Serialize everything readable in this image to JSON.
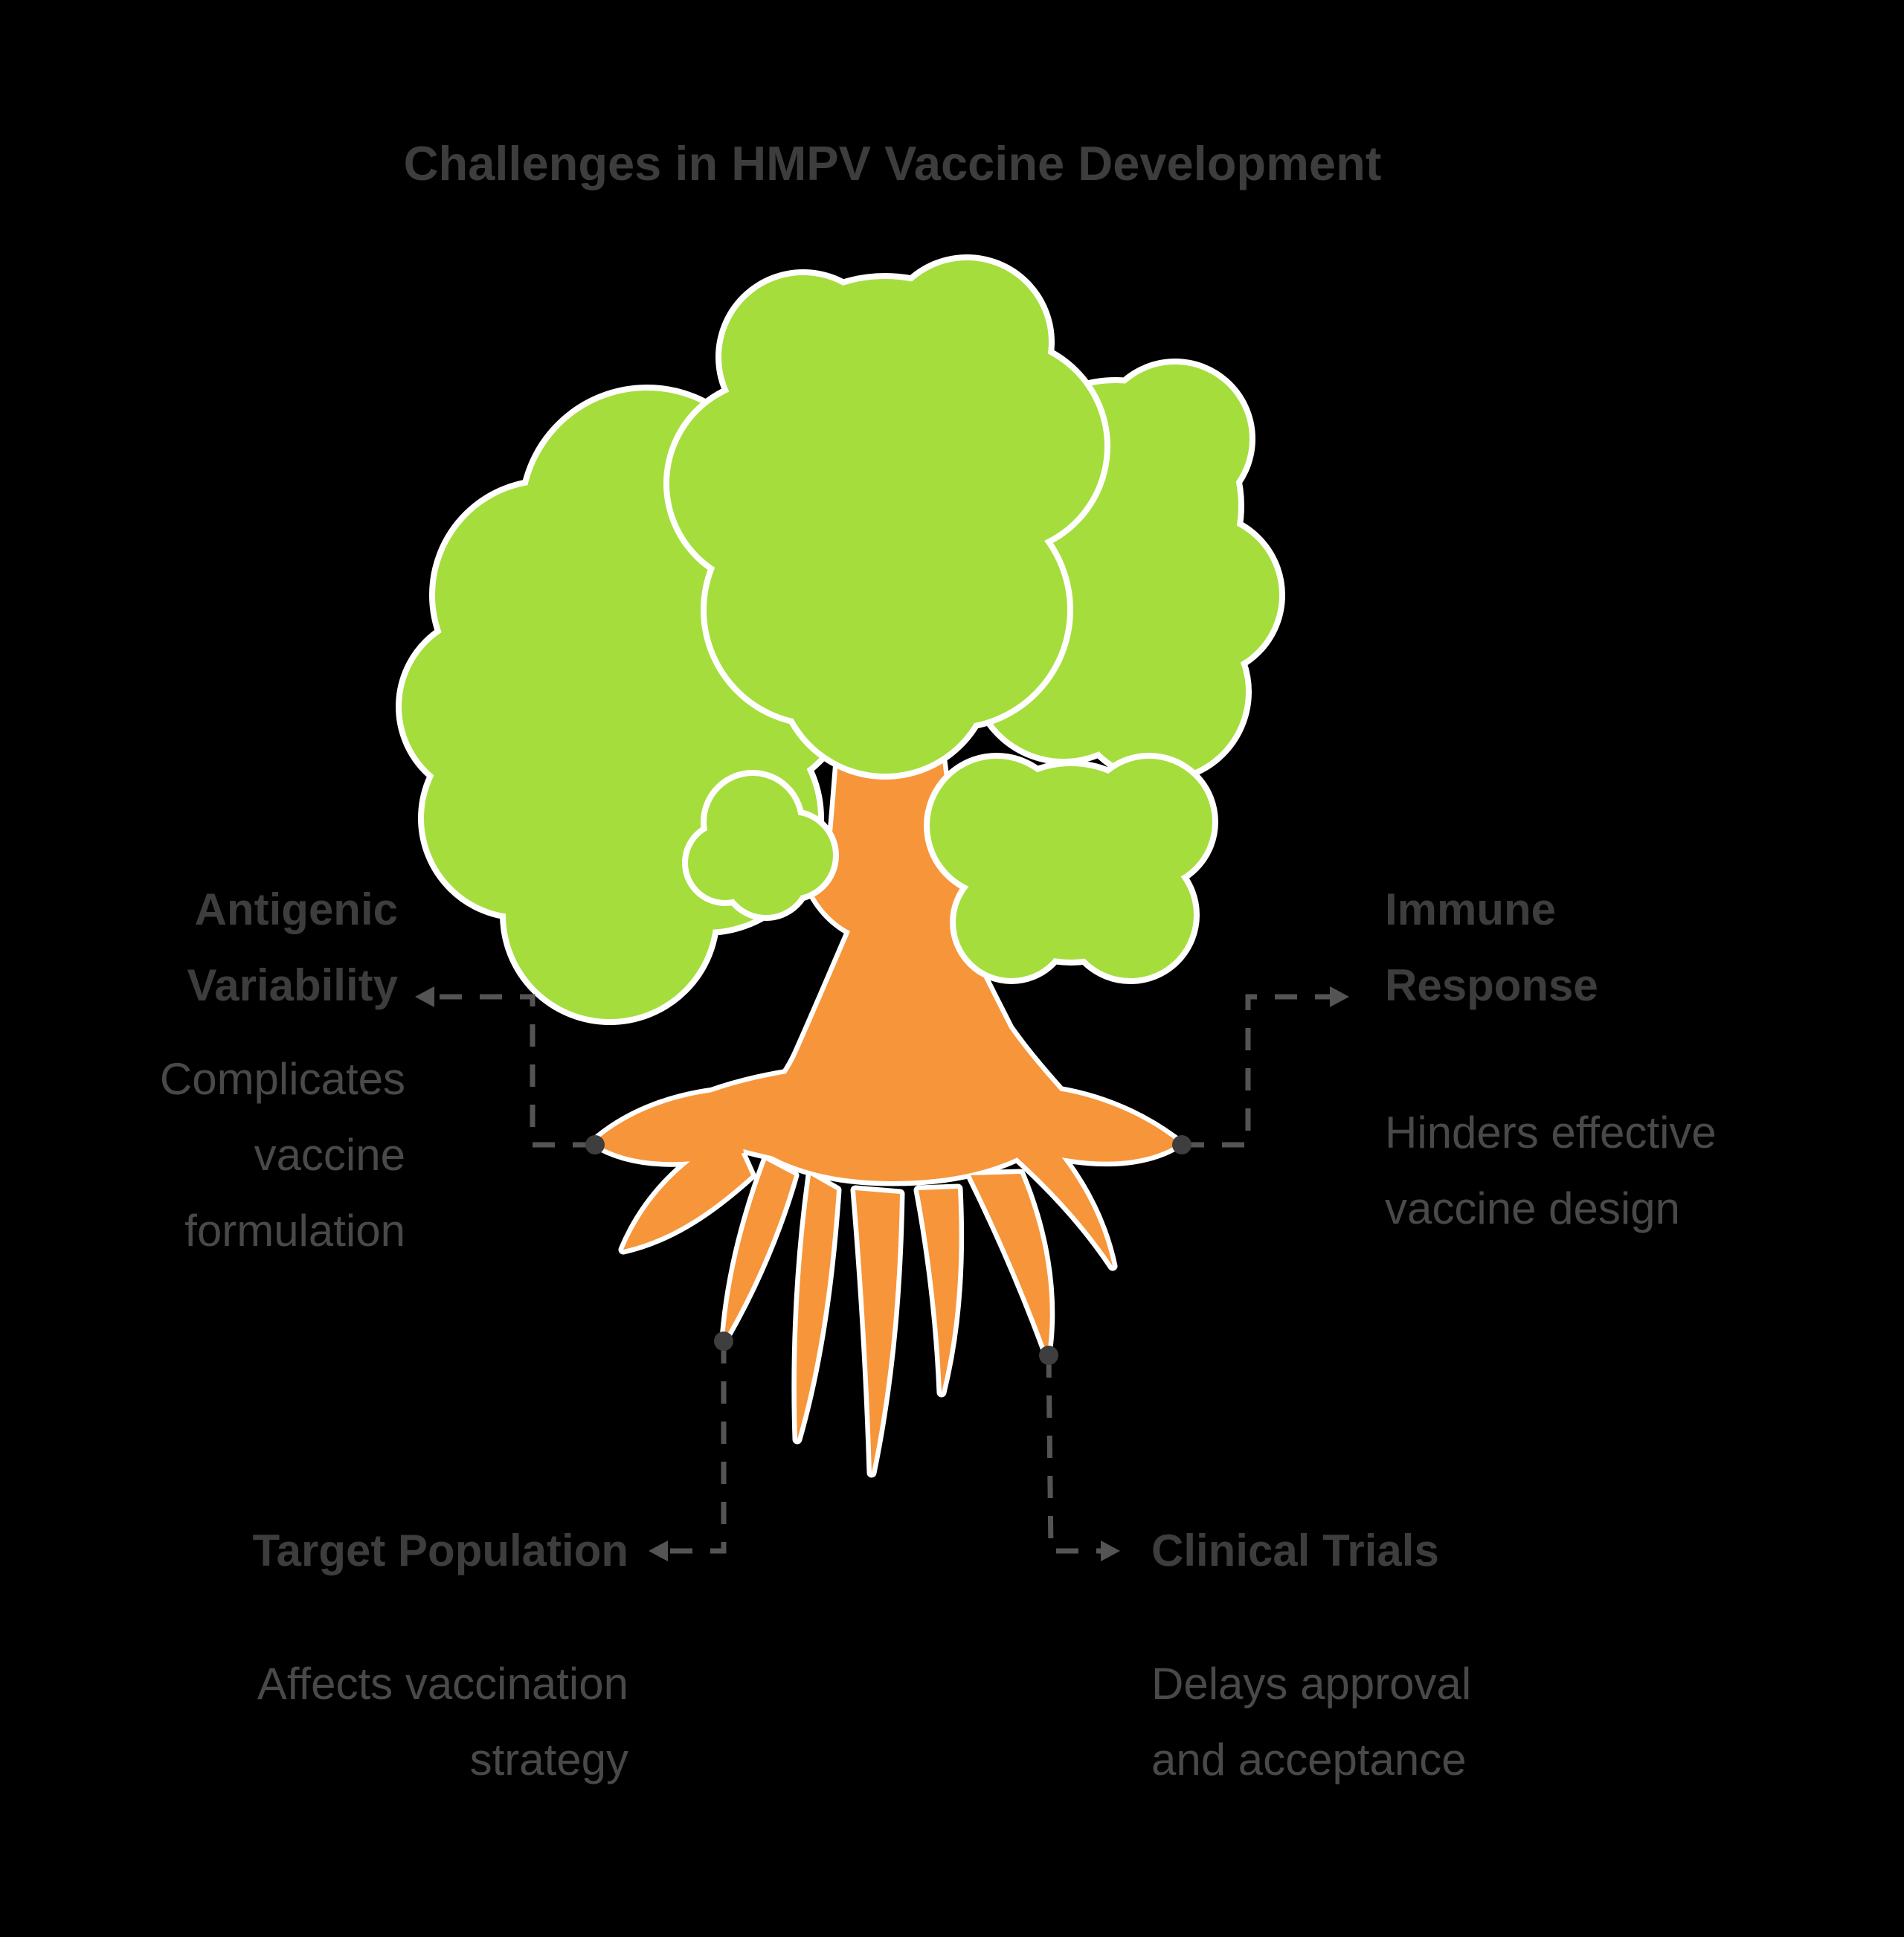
{
  "title": "Challenges in HMPV Vaccine Development",
  "colors": {
    "background": "#000000",
    "canopy_green": "#A5DD3D",
    "trunk_orange": "#F7953B",
    "outline_white": "#FFFFFF",
    "heading_text": "#3D3D3D",
    "body_text": "#494949",
    "connector": "#545454",
    "dot": "#3E3E3E"
  },
  "branches": {
    "top_left": {
      "heading": "Antigenic Variability",
      "description": "Complicates vaccine formulation"
    },
    "top_right": {
      "heading": "Immune Response",
      "description": "Hinders effective vaccine design"
    },
    "bottom_left": {
      "heading": "Target Population",
      "description": "Affects vaccination strategy"
    },
    "bottom_right": {
      "heading": "Clinical Trials",
      "description": "Delays approval and acceptance"
    }
  }
}
